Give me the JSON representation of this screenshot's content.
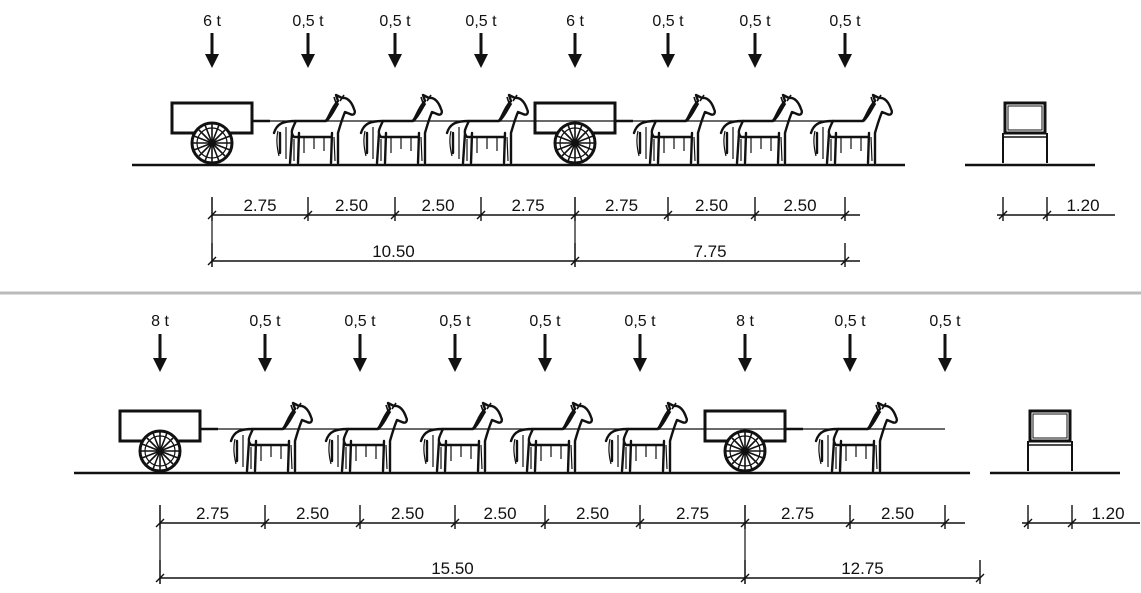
{
  "top_diagram": {
    "loads": [
      "6 t",
      "0,5 t",
      "0,5 t",
      "0,5 t",
      "6 t",
      "0,5 t",
      "0,5 t",
      "0,5 t"
    ],
    "vehicles": [
      "cart",
      "horse",
      "horse",
      "horse",
      "cart",
      "horse",
      "horse",
      "horse"
    ],
    "spacings": [
      "2.75",
      "2.50",
      "2.50",
      "2.75",
      "2.75",
      "2.50",
      "2.50"
    ],
    "totals": [
      "10.50",
      "7.75"
    ],
    "width": "1.20"
  },
  "bottom_diagram": {
    "loads": [
      "8 t",
      "0,5 t",
      "0,5 t",
      "0,5 t",
      "0,5 t",
      "0,5 t",
      "8 t",
      "0,5 t",
      "0,5 t"
    ],
    "vehicles": [
      "cart",
      "horse",
      "horse",
      "horse",
      "horse",
      "horse",
      "cart",
      "horse",
      "horse-partial"
    ],
    "spacings": [
      "2.75",
      "2.50",
      "2.50",
      "2.50",
      "2.50",
      "2.75",
      "2.75",
      "2.50"
    ],
    "totals": [
      "15.50",
      "12.75"
    ],
    "width": "1.20"
  }
}
